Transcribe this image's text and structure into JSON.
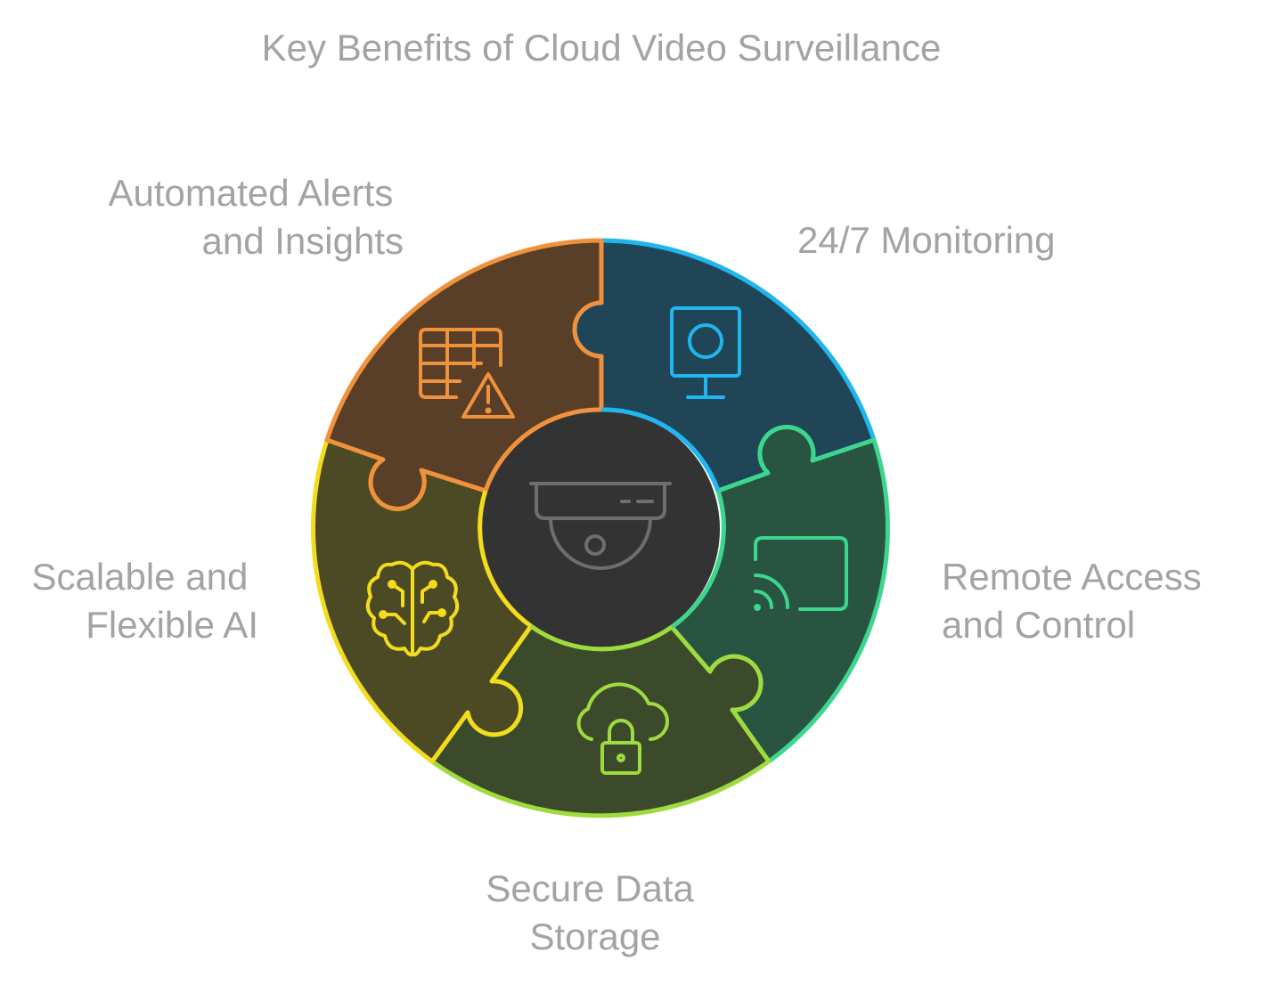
{
  "title": "Key Benefits of Cloud Video Surveillance",
  "center": {
    "icon": "dome-camera-icon",
    "color": "#333333"
  },
  "segments": [
    {
      "id": "monitoring",
      "lines": [
        "24/7 Monitoring"
      ],
      "icon": "webcam-icon",
      "stroke": "#21b6ee",
      "fill": "#1f4557"
    },
    {
      "id": "remote",
      "lines": [
        "Remote Access",
        "and Control"
      ],
      "icon": "cast-screen-icon",
      "stroke": "#3dd68f",
      "fill": "#285441"
    },
    {
      "id": "storage",
      "lines": [
        "Secure Data",
        "Storage"
      ],
      "icon": "cloud-lock-icon",
      "stroke": "#9fdb3e",
      "fill": "#3c4a2c"
    },
    {
      "id": "ai",
      "lines": [
        "Scalable and",
        "Flexible AI"
      ],
      "icon": "brain-circuit-icon",
      "stroke": "#f2dc1d",
      "fill": "#4c4a24"
    },
    {
      "id": "alerts",
      "lines": [
        "Automated Alerts",
        "and Insights"
      ],
      "icon": "table-warning-icon",
      "stroke": "#f0913c",
      "fill": "#5a3f28"
    }
  ]
}
